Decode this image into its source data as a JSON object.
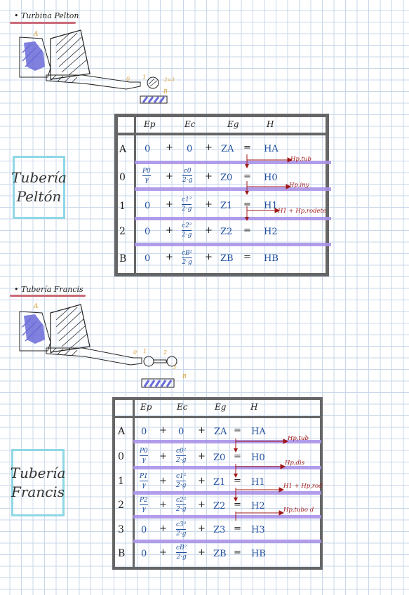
{
  "pelton": {
    "title": "Turbina Pelton",
    "diagram": {
      "label_a": "A",
      "label_0": "0",
      "label_1": "1",
      "label_23": "2=3",
      "label_b": "B"
    },
    "box_line1": "Tubería",
    "box_line2": "Peltón",
    "headers": [
      "Ep",
      "Ec",
      "Eg",
      "H"
    ],
    "rows": [
      {
        "label": "A",
        "ep": "0",
        "ec": "0",
        "eg": "ZA",
        "h": "HA"
      },
      {
        "label": "0",
        "ep_num": "P0",
        "ep_den": "γ",
        "ec_num": "c0",
        "ec_den": "2·g",
        "eg": "Z0",
        "h": "H0"
      },
      {
        "label": "1",
        "ep": "0",
        "ec_num": "c1²",
        "ec_den": "2·g",
        "eg": "Z1",
        "h": "H1"
      },
      {
        "label": "2",
        "ep": "0",
        "ec_num": "c2²",
        "ec_den": "2·g",
        "eg": "Z2",
        "h": "H2"
      },
      {
        "label": "B",
        "ep": "0",
        "ec_num": "cB²",
        "ec_den": "2·g",
        "eg": "ZB",
        "h": "HB"
      }
    ],
    "plus": "+",
    "eq": "=",
    "losses": [
      "Hp,tub",
      "Hp,iny",
      "H1 + Hp,rodete"
    ]
  },
  "francis": {
    "title": "Tubería Francis",
    "diagram": {
      "label_a": "A",
      "label_0": "0",
      "label_1": "1",
      "label_2": "2",
      "label_3": "3",
      "label_b": "B"
    },
    "box_line1": "Tubería",
    "box_line2": "Francis",
    "headers": [
      "Ep",
      "Ec",
      "Eg",
      "H"
    ],
    "rows": [
      {
        "label": "A",
        "ep": "0",
        "ec": "0",
        "eg": "ZA",
        "h": "HA"
      },
      {
        "label": "0",
        "ep_num": "P0",
        "ep_den": "γ",
        "ec_num": "c0²",
        "ec_den": "2·g",
        "eg": "Z0",
        "h": "H0"
      },
      {
        "label": "1",
        "ep_num": "P1",
        "ep_den": "γ",
        "ec_num": "c1²",
        "ec_den": "2·g",
        "eg": "Z1",
        "h": "H1"
      },
      {
        "label": "2",
        "ep_num": "P2",
        "ep_den": "γ",
        "ec_num": "c2²",
        "ec_den": "2·g",
        "eg": "Z2",
        "h": "H2"
      },
      {
        "label": "3",
        "ep": "0",
        "ec_num": "c3²",
        "ec_den": "2·g",
        "eg": "Z3",
        "h": "H3"
      },
      {
        "label": "B",
        "ep": "0",
        "ec_num": "cB²",
        "ec_den": "2·g",
        "eg": "ZB",
        "h": "HB"
      }
    ],
    "plus": "+",
    "eq": "=",
    "losses": [
      "Hp,tub",
      "Hp,dis",
      "H1 + Hp,rod",
      "Hp,tubo d"
    ]
  }
}
